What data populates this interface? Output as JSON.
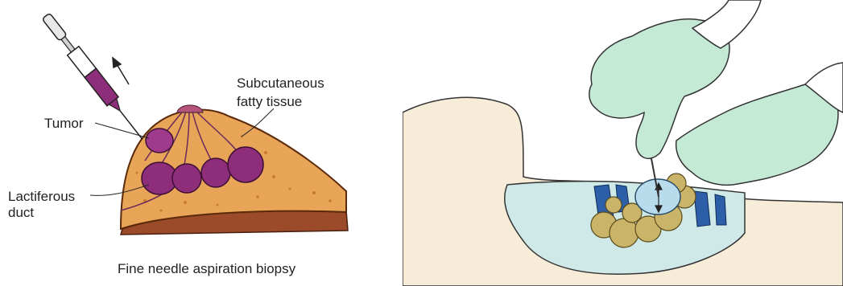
{
  "left_panel": {
    "labels": {
      "tumor": "Tumor",
      "subcutaneous": "Subcutaneous",
      "fatty_tissue": "fatty tissue",
      "lactiferous": "Lactiferous",
      "duct": "duct",
      "caption": "Fine needle aspiration biopsy"
    }
  },
  "colors": {
    "breast_tissue": "#e8a457",
    "lobule": "#8e2e7a",
    "muscle": "#9b4a2a",
    "glove": "#c4ead6",
    "skin": "#f6ecd8",
    "fat_nodules": "#c9b46a",
    "cyst": "#b9dcec",
    "ring": "#2d5fa8"
  }
}
